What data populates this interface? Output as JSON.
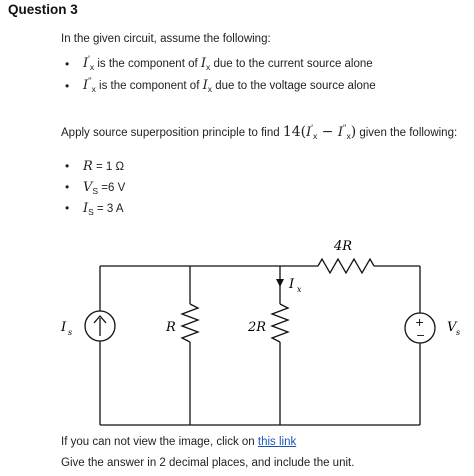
{
  "question": {
    "title": "Question 3"
  },
  "intro": "In the given circuit, assume the following:",
  "definitions": [
    {
      "symbol": "I",
      "prime": "'",
      "sub": "x",
      "text": "is the component of",
      "of_symbol": "I",
      "of_sub": "x",
      "rest": "due to the current source alone"
    },
    {
      "symbol": "I",
      "prime": "''",
      "sub": "x",
      "text": "is the component of",
      "of_symbol": "I",
      "of_sub": "x",
      "rest": "due to the voltage source alone"
    }
  ],
  "apply": {
    "before": "Apply source superposition principle to find",
    "coef": "14(",
    "t1": "I",
    "t1_prime": "'",
    "t1_sub": "x",
    "minus": " − ",
    "t2": "I",
    "t2_prime": "''",
    "t2_sub": "x",
    "close": ")",
    "after": "given the following:"
  },
  "given": [
    {
      "sym": "R",
      "sub": "",
      "val": "= 1 Ω"
    },
    {
      "sym": "V",
      "sub": "S",
      "val": "=6 V"
    },
    {
      "sym": "I",
      "sub": "S",
      "val": "= 3 A"
    }
  ],
  "circuit": {
    "label_4r": "4R",
    "label_is": "I",
    "label_is_sub": "s",
    "label_r": "R",
    "label_2r": "2R",
    "label_ix": "I",
    "label_ix_sub": "x",
    "label_vs": "V",
    "label_vs_sub": "s",
    "plus": "+",
    "minus": "−"
  },
  "footer": {
    "view_text": "If you can not view the image, click on",
    "link_text": "this link",
    "answer_text": "Give the answer in 2 decimal places, and include the unit."
  },
  "colors": {
    "link": "#1a55b5",
    "wire": "#111111"
  }
}
